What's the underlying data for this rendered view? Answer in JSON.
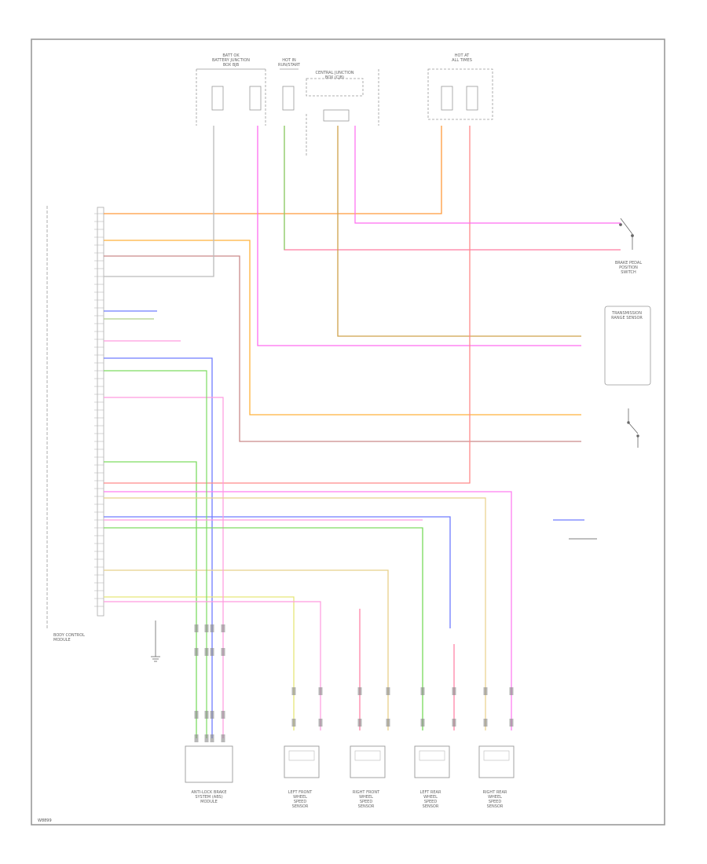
{
  "wires": [
    {
      "name": "wire-orange-batt",
      "color": "#ff9a3c"
    },
    {
      "name": "wire-pink-red-1",
      "color": "#ff7aa0"
    },
    {
      "name": "wire-orange-yellow",
      "color": "#ffb23c"
    },
    {
      "name": "wire-orange-violet",
      "color": "#c98a8a"
    },
    {
      "name": "wire-gray",
      "color": "#bbbbbb"
    },
    {
      "name": "wire-magenta",
      "color": "#ff6cf0"
    },
    {
      "name": "wire-olive",
      "color": "#cfa24a"
    },
    {
      "name": "wire-green",
      "color": "#7ddc62"
    },
    {
      "name": "wire-blue",
      "color": "#6f7cff"
    },
    {
      "name": "wire-red",
      "color": "#ff8a8a"
    },
    {
      "name": "wire-yellow",
      "color": "#e6e67a"
    },
    {
      "name": "wire-violet",
      "color": "#ff7ef0"
    },
    {
      "name": "wire-tan",
      "color": "#e8d08a"
    }
  ],
  "labels": {
    "fuse_block_left": "BATT OK\nBATTERY JUNCTION\nBOX BJB",
    "fuse_block_mid": "HOT IN\nRUN/START",
    "central_junction": "CENTRAL JUNCTION\nBOX (CJB)",
    "fuse_block_right": "HOT AT\nALL TIMES",
    "brake_switch": "BRAKE PEDAL\nPOSITION\nSWITCH",
    "module_left": "BODY CONTROL\nMODULE",
    "module_right": "TRANSMISSION\nRANGE SENSOR",
    "abs_module": "ANTI-LOCK BRAKE\nSYSTEM (ABS)\nMODULE",
    "sensor_1": "LEFT FRONT\nWHEEL\nSPEED\nSENSOR",
    "sensor_2": "RIGHT FRONT\nWHEEL\nSPEED\nSENSOR",
    "sensor_3": "LEFT REAR\nWHEEL\nSPEED\nSENSOR",
    "sensor_4": "RIGHT REAR\nWHEEL\nSPEED\nSENSOR",
    "footer": "W8899"
  }
}
